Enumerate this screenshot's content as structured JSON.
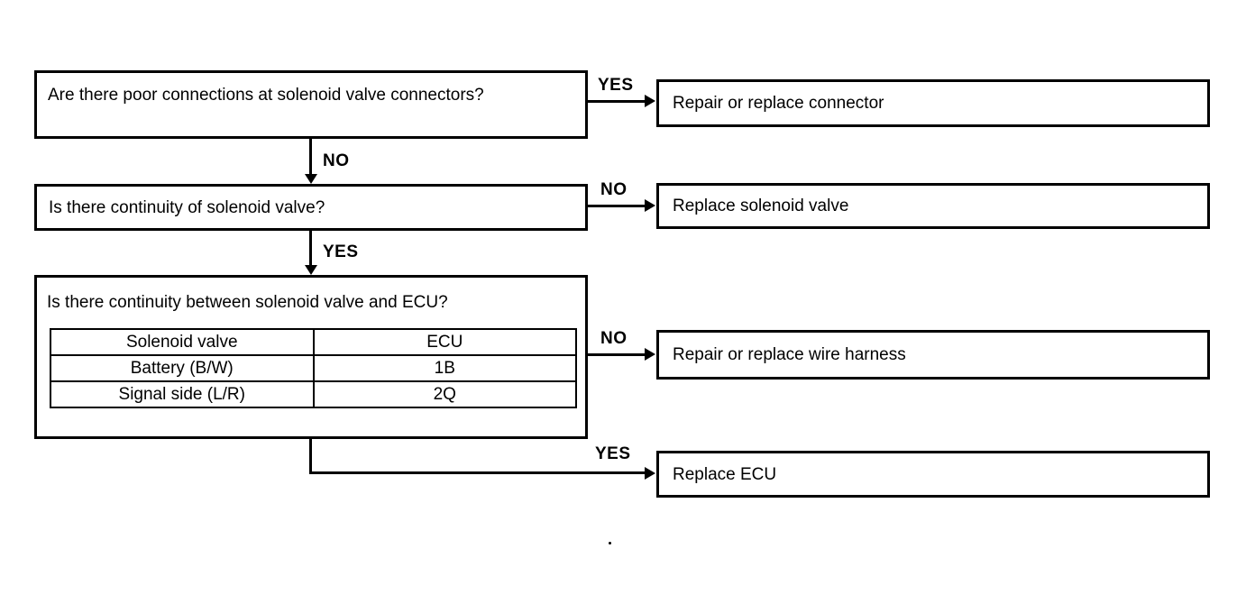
{
  "diagram": {
    "type": "troubleshooting-flowchart",
    "questions": {
      "q1": "Are there poor connections at solenoid valve connectors?",
      "q2": "Is there continuity of solenoid valve?",
      "q3": "Is there continuity between solenoid valve and ECU?"
    },
    "actions": {
      "a1": "Repair or replace connector",
      "a2": "Replace solenoid valve",
      "a3": "Repair or replace wire harness",
      "a4": "Replace ECU"
    },
    "labels": {
      "q1_yes": "YES",
      "q1_no": "NO",
      "q2_no": "NO",
      "q2_yes": "YES",
      "q3_no": "NO",
      "q3_yes": "YES"
    },
    "table": {
      "headers": [
        "Solenoid valve",
        "ECU"
      ],
      "rows": [
        [
          "Battery (B/W)",
          "1B"
        ],
        [
          "Signal side (L/R)",
          "2Q"
        ]
      ]
    },
    "colors": {
      "ink": "#000000",
      "paper": "#ffffff"
    }
  }
}
